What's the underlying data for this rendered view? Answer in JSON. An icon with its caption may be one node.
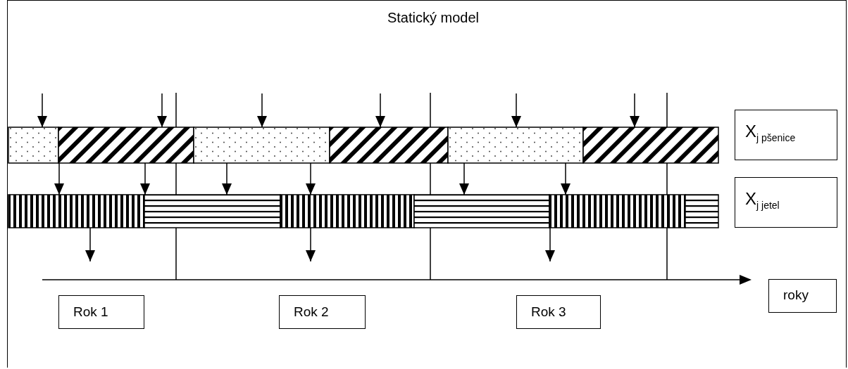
{
  "diagram": {
    "nodes": [
      {
        "text": [],
        "shape": "bar"
      },
      {
        "text": [],
        "shape": "bar"
      },
      {
        "text": [],
        "shape": "bar"
      },
      {
        "text": [],
        "shape": "bar"
      },
      {
        "text": [],
        "shape": "bar"
      },
      {
        "text": [],
        "shape": "bar"
      },
      {
        "text": [
          "X$_{j pšenice}$"
        ]
      },
      {
        "text": [],
        "shape": "bar"
      },
      {
        "text": [],
        "shape": "bar"
      },
      {
        "text": [],
        "shape": "bar"
      },
      {
        "text": [],
        "shape": "bar"
      },
      {
        "text": [],
        "shape": "bar"
      },
      {
        "text": [],
        "shape": "bar"
      },
      {
        "text": [
          "X$_{j jetel}$"
        ]
      },
      {
        "text": [
          "Rok 1"
        ]
      },
      {
        "text": [
          "Rok 2"
        ]
      },
      {
        "text": [
          "Rok 3"
        ]
      },
      {
        "text": [
          "roky"
        ]
      }
    ],
    "edges": [
      {
        "from": null,
        "to": 0,
        "arrow": "to"
      },
      {
        "from": null,
        "to": 1,
        "arrow": "to"
      },
      {
        "from": null,
        "to": 2,
        "arrow": "to"
      },
      {
        "from": null,
        "to": 3,
        "arrow": "to"
      },
      {
        "from": null,
        "to": 4,
        "arrow": "to"
      },
      {
        "from": null,
        "to": 5,
        "arrow": "to"
      },
      {
        "from": 0,
        "to": 7,
        "arrow": "to"
      },
      {
        "from": 1,
        "to": 8,
        "arrow": "to"
      },
      {
        "from": 2,
        "to": 8,
        "arrow": "to"
      },
      {
        "from": 2,
        "to": 9,
        "arrow": "to"
      },
      {
        "from": 4,
        "to": 10,
        "arrow": "to"
      },
      {
        "from": 4,
        "to": 11,
        "arrow": "to"
      },
      {
        "from": 7,
        "to": null,
        "arrow": "to"
      },
      {
        "from": 9,
        "to": null,
        "arrow": "to"
      },
      {
        "from": 11,
        "to": null,
        "arrow": "to"
      }
    ],
    "title": "Statický model"
  }
}
